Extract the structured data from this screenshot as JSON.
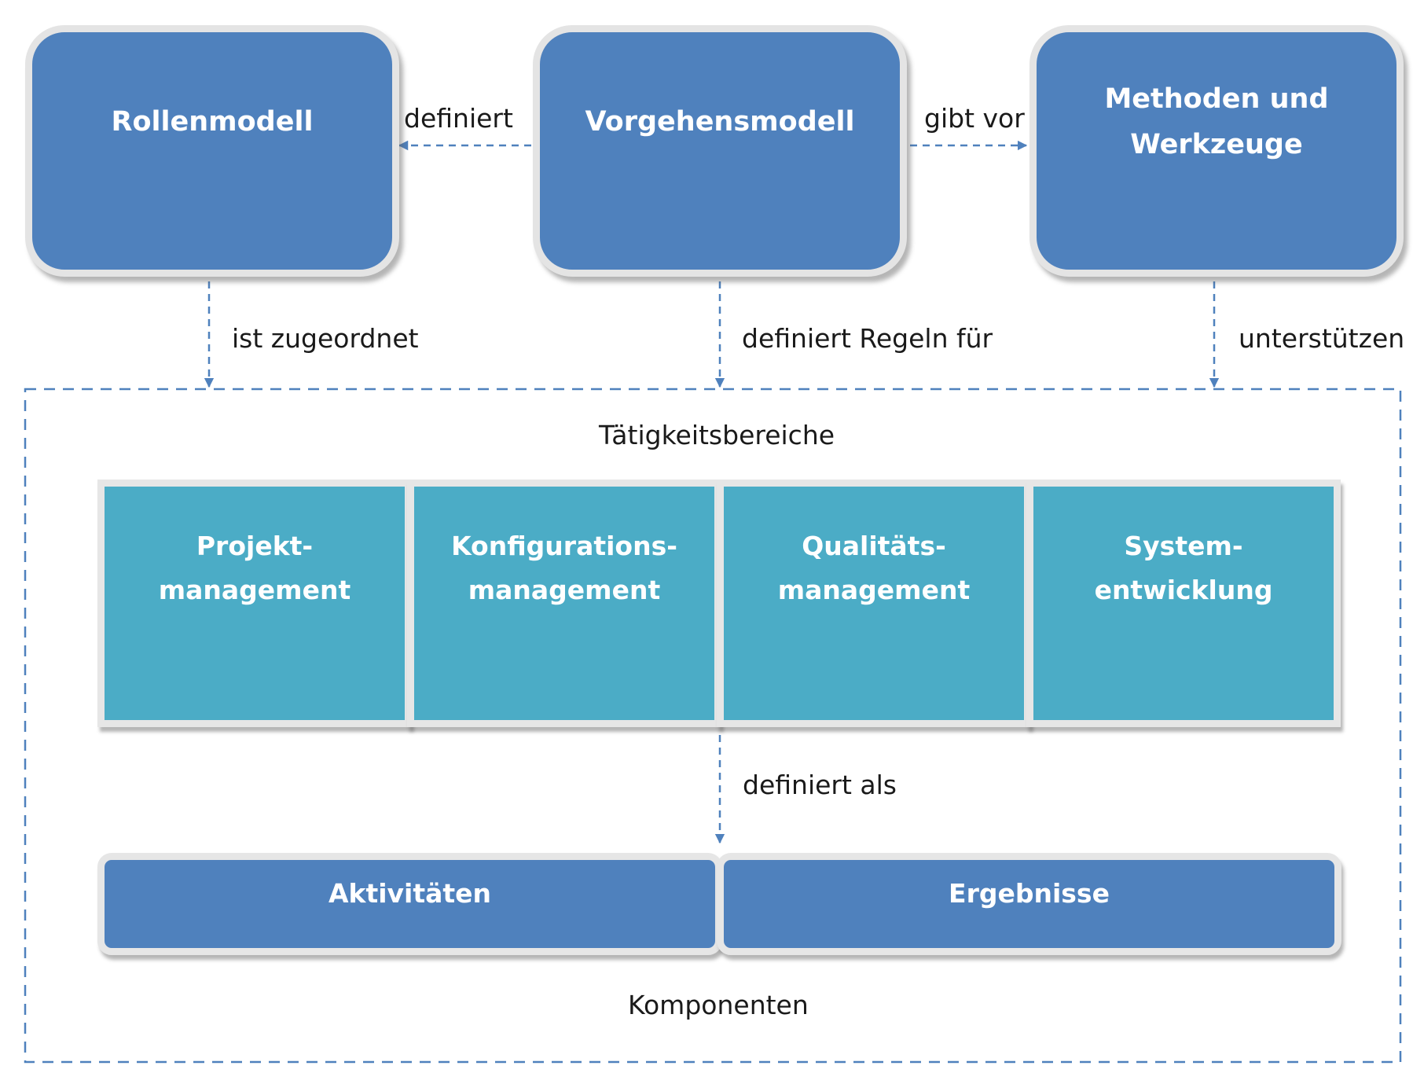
{
  "nodes": {
    "rollenmodell": "Rollenmodell",
    "vorgehensmodell": "Vorgehensmodell",
    "methoden": "Methoden und Werkzeuge"
  },
  "edges": {
    "definiert": "definiert",
    "gibt_vor": "gibt vor",
    "ist_zugeordnet": "ist zugeordnet",
    "definiert_regeln": "definiert Regeln für",
    "unterstuetzen": "unterstützen",
    "definiert_als": "definiert als"
  },
  "container": {
    "title": "Tätigkeitsbereiche",
    "footer": "Komponenten"
  },
  "activities": [
    "Projekt-management",
    "Konfigurations-management",
    "Qualitäts-management",
    "System-entwicklung"
  ],
  "components": [
    "Aktivitäten",
    "Ergebnisse"
  ],
  "colors": {
    "node_blue": "#4f81bd",
    "activity_teal": "#4bacc6",
    "connector": "#4f81bd"
  }
}
